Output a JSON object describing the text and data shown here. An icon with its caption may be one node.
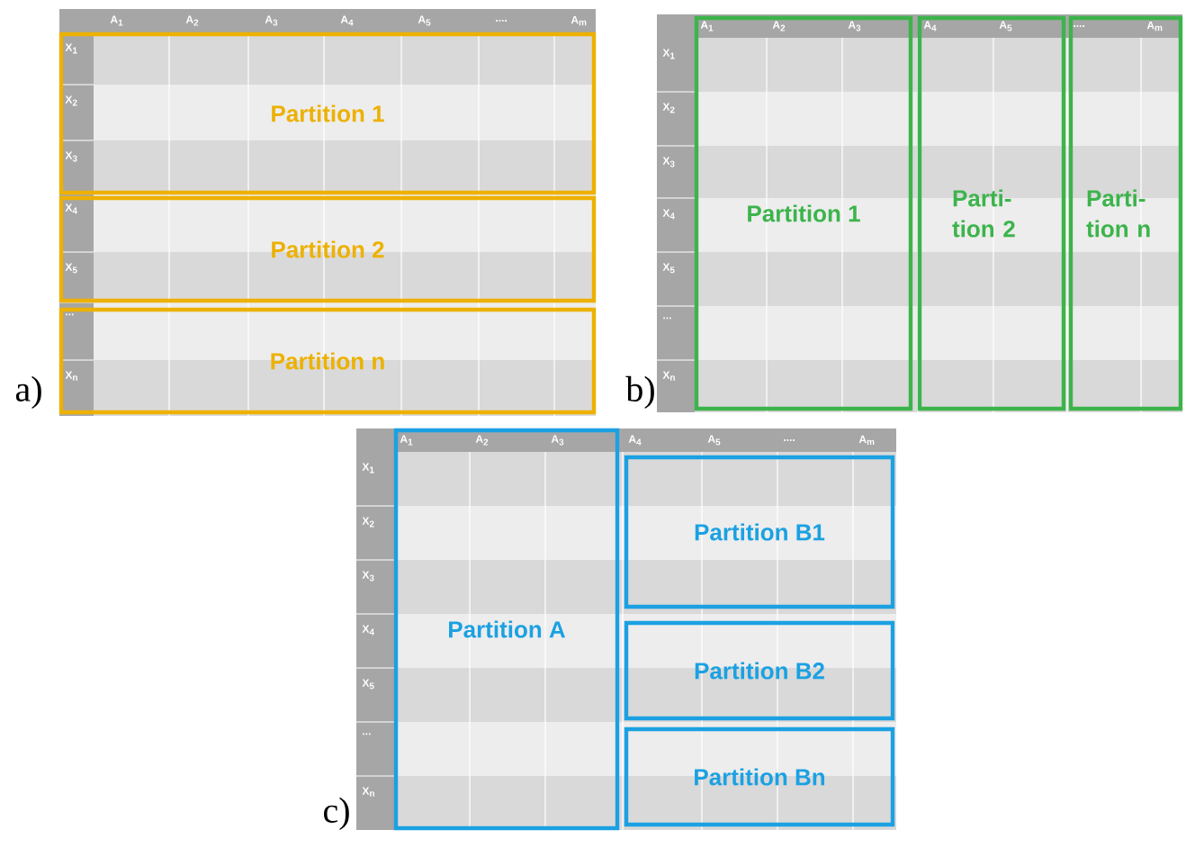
{
  "diagram": {
    "nodes": [
      {
        "text": [
          "Partition 1"
        ]
      },
      {
        "text": [
          "Partition 2"
        ]
      },
      {
        "text": [
          "Partition n"
        ]
      },
      {
        "text": [
          "Partition 1"
        ]
      },
      {
        "text": [
          "Parti- tion 2"
        ]
      },
      {
        "text": [
          "Parti- tion n"
        ]
      },
      {
        "text": [
          "Partition A"
        ]
      },
      {
        "text": [
          "Partition B1"
        ]
      },
      {
        "text": [
          "Partition B2"
        ]
      },
      {
        "text": [
          "Partition Bn"
        ]
      }
    ],
    "labels": [
      "A$_{1}$",
      "A$_{2}$",
      "A$_{3}$",
      "A$_{4}$",
      "A$_{5}$",
      "....",
      "A$_{m}$",
      "X$_{1}$",
      "X$_{2}$",
      "X$_{3}$",
      "X$_{4}$",
      "X$_{5}$",
      "...",
      "X$_{n}$",
      "a)",
      "A$_{1}$",
      "A$_{2}$",
      "A$_{3}$",
      "A$_{4}$",
      "A$_{5}$",
      "....",
      "A$_{m}$",
      "X$_{1}$",
      "X$_{2}$",
      "X$_{3}$",
      "X$_{4}$",
      "X$_{5}$",
      "...",
      "X$_{n}$",
      "b)",
      "A$_{1}$",
      "A$_{2}$",
      "A$_{3}$",
      "A$_{4}$",
      "A$_{5}$",
      "....",
      "A$_{m}$",
      "X$_{1}$",
      "X$_{2}$",
      "X$_{3}$",
      "X$_{4}$",
      "X$_{5}$",
      "...",
      "X$_{n}$",
      "c)"
    ]
  }
}
